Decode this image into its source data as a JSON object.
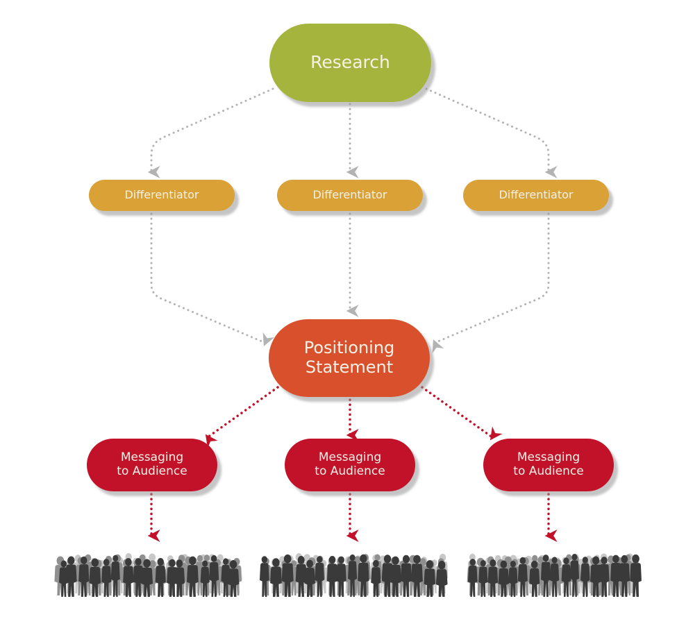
{
  "colors": {
    "research": "#a5b43d",
    "differentiator": "#d9a136",
    "positioning": "#d8512c",
    "messaging": "#c1122a",
    "gray_connector": "#b3b3b3",
    "red_connector": "#c1122a",
    "crowd_front": "#3a3a3a",
    "crowd_back": "#8f8f8f",
    "crowd_far": "#c8c8c8"
  },
  "nodes": {
    "research": {
      "label": "Research"
    },
    "differentiators": [
      {
        "label": "Differentiator"
      },
      {
        "label": "Differentiator"
      },
      {
        "label": "Differentiator"
      }
    ],
    "positioning": {
      "line1": "Positioning",
      "line2": "Statement"
    },
    "messaging": [
      {
        "line1": "Messaging",
        "line2": "to Audience"
      },
      {
        "line1": "Messaging",
        "line2": "to Audience"
      },
      {
        "line1": "Messaging",
        "line2": "to Audience"
      }
    ],
    "audiences": [
      {
        "icon": "crowd-silhouette-icon"
      },
      {
        "icon": "crowd-silhouette-icon"
      },
      {
        "icon": "crowd-silhouette-icon"
      }
    ]
  },
  "edges": [
    {
      "from": "research",
      "to": "differentiator-1",
      "style": "dotted-gray"
    },
    {
      "from": "research",
      "to": "differentiator-2",
      "style": "dotted-gray"
    },
    {
      "from": "research",
      "to": "differentiator-3",
      "style": "dotted-gray"
    },
    {
      "from": "differentiator-1",
      "to": "positioning",
      "style": "dotted-gray"
    },
    {
      "from": "differentiator-2",
      "to": "positioning",
      "style": "dotted-gray"
    },
    {
      "from": "differentiator-3",
      "to": "positioning",
      "style": "dotted-gray"
    },
    {
      "from": "positioning",
      "to": "messaging-1",
      "style": "dotted-red"
    },
    {
      "from": "positioning",
      "to": "messaging-2",
      "style": "dotted-red"
    },
    {
      "from": "positioning",
      "to": "messaging-3",
      "style": "dotted-red"
    },
    {
      "from": "messaging-1",
      "to": "audience-1",
      "style": "dotted-red"
    },
    {
      "from": "messaging-2",
      "to": "audience-2",
      "style": "dotted-red"
    },
    {
      "from": "messaging-3",
      "to": "audience-3",
      "style": "dotted-red"
    }
  ]
}
